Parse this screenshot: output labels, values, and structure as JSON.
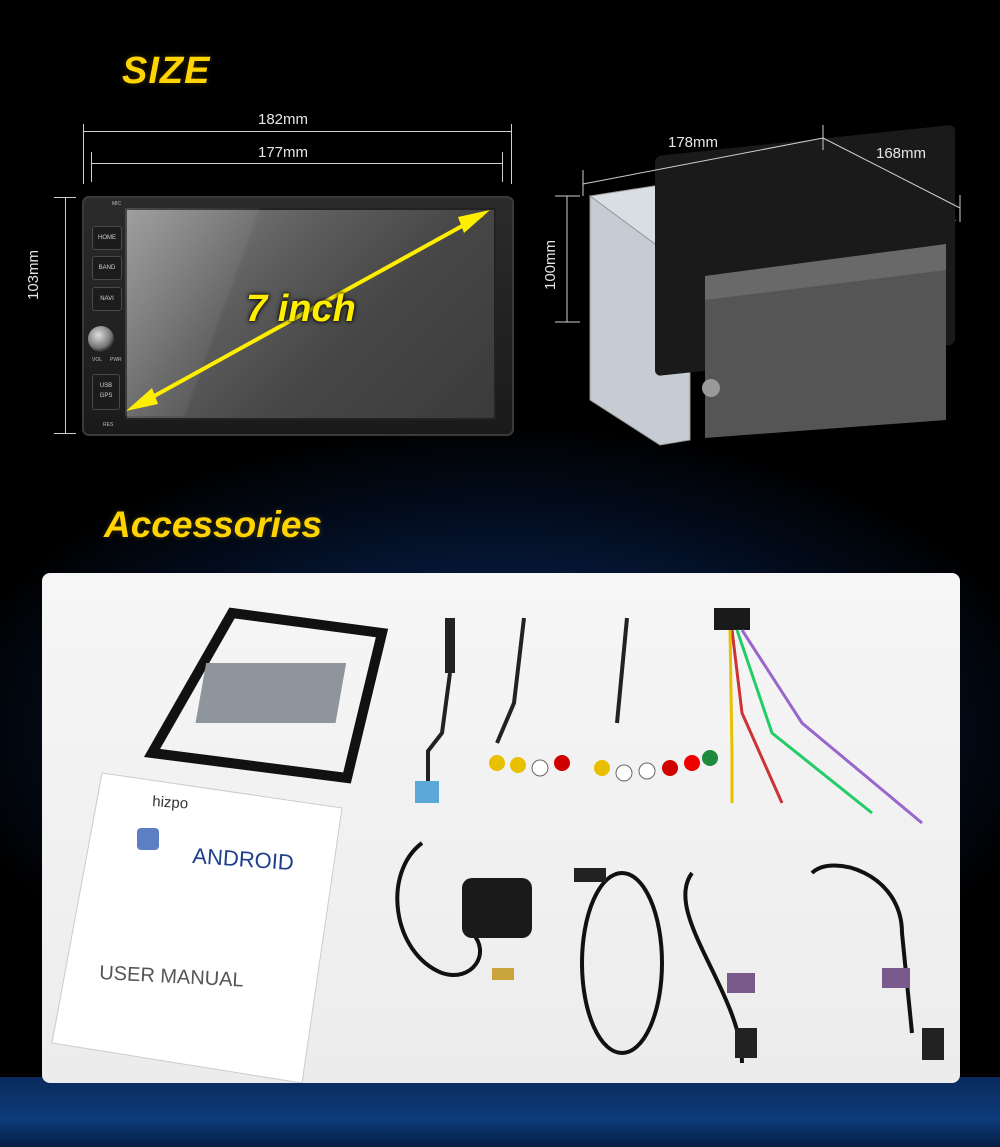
{
  "sections": {
    "size_title": "SIZE",
    "accessories_title": "Accessories"
  },
  "front_unit": {
    "outer_width": "182mm",
    "screen_width": "177mm",
    "height": "103mm",
    "diagonal": "7 inch",
    "buttons": [
      "HOME",
      "BAND",
      "NAVI"
    ],
    "usb_label": [
      "USB",
      "GPS"
    ],
    "mic_label": "MIC",
    "vol_label": "VOL",
    "pwr_label": "PWR",
    "res_label": "RES"
  },
  "side_unit": {
    "width": "178mm",
    "depth": "168mm",
    "height": "100mm"
  },
  "manual": {
    "brand": "hizpo",
    "os": "ANDROID",
    "title": "USER MANUAL"
  },
  "colors": {
    "heading": "#ffd400",
    "arrow": "#ffee00",
    "panel": "#f1f1f1"
  }
}
